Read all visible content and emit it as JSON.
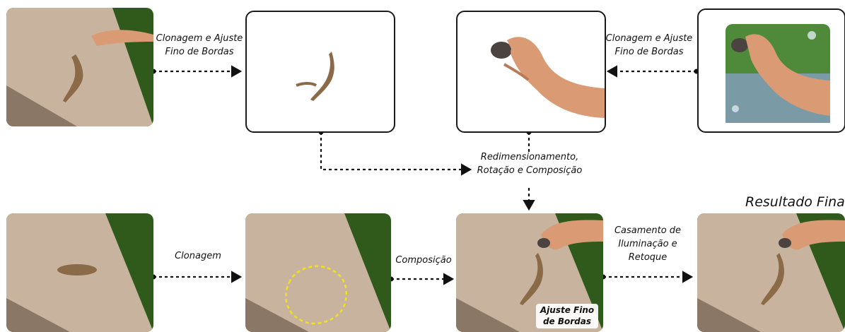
{
  "labels": {
    "clone_refine_left": "Clonagem e Ajuste\nFino de Bordas",
    "clone_refine_right": "Clonagem e Ajuste\nFino de Bordas",
    "resize_rotate_compose": "Redimensionamento,\nRotação e Composição",
    "cloning": "Clonagem",
    "composition": "Composição",
    "edge_refine_badge": "Ajuste Fino\nde Bordas",
    "lighting_retouch": "Casamento de\nIluminação e\nRetoque",
    "final_result": "Resultado Final"
  },
  "colors": {
    "rock": "#c8b49e",
    "rock_shadow": "#8a7766",
    "foliage": "#2f5a1c",
    "selection_outline": "#f2e21b",
    "frame": "#1a1a1a",
    "skin": "#d99a74",
    "chipmunk": "#8b6a48"
  }
}
